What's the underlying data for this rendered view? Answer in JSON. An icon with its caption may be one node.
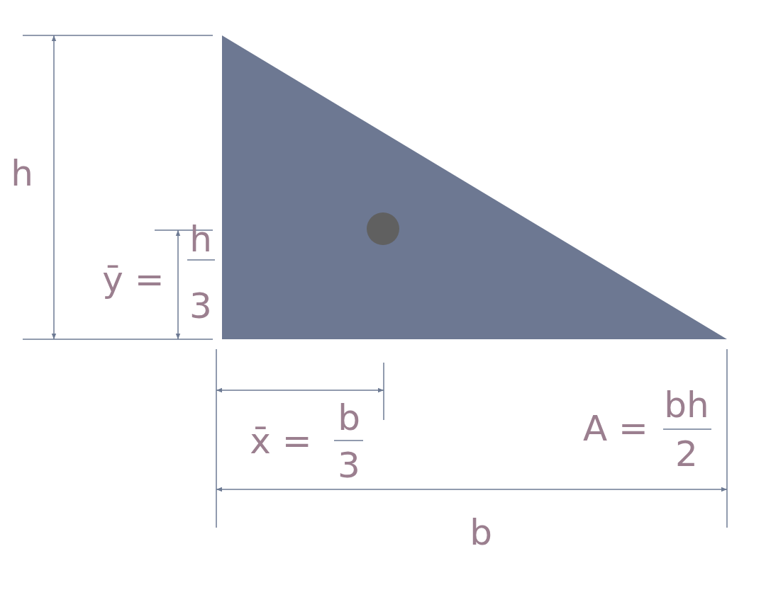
{
  "diagram": {
    "labels": [
      "h",
      "ȳ =",
      "h",
      "3",
      "x̄ =",
      "b",
      "3",
      "A =",
      "bh",
      "2",
      "b"
    ]
  }
}
